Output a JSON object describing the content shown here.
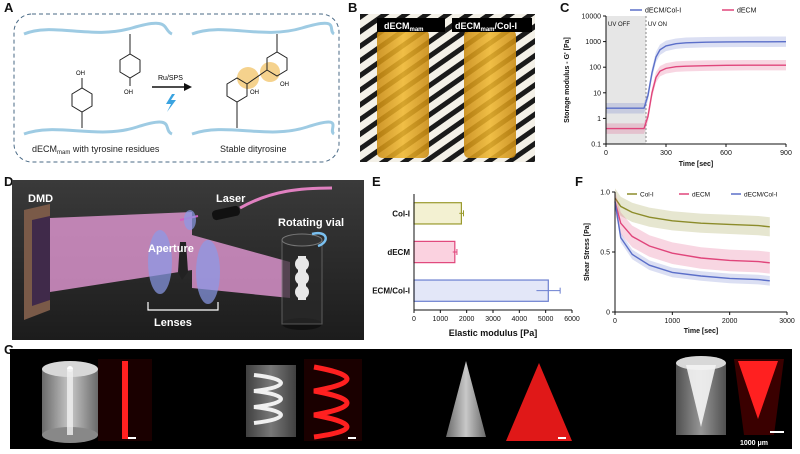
{
  "panels": {
    "A": {
      "letter": "A",
      "reagent": "Ru/SPS",
      "oh": "OH",
      "caption_left_main": "dECM",
      "caption_left_sub": "mam",
      "caption_left_rest": " with tyrosine residues",
      "caption_right": "Stable dityrosine",
      "colors": {
        "fiber": "#9ecbe3",
        "highlight": "#f2c770",
        "bolt": "#3aa3e0"
      }
    },
    "B": {
      "letter": "B",
      "label_left_main": "dECM",
      "label_left_sub": "mam",
      "label_right_main": "dECM",
      "label_right_sub": "mam",
      "label_right_rest": "/Col-I",
      "colors": {
        "gel": "#e3a21a",
        "stripe": "#1a1a1a"
      }
    },
    "C": {
      "letter": "C",
      "annot_off": "UV OFF",
      "annot_on": "UV ON",
      "chart_data": {
        "type": "line",
        "xlabel": "Time [sec]",
        "ylabel": "Storage modulus - G' [Pa]",
        "xlim": [
          0,
          900
        ],
        "ylim": [
          0.1,
          10000
        ],
        "yscale": "log",
        "xticks": [
          0,
          300,
          600,
          900
        ],
        "yticks": [
          0.1,
          1,
          10,
          100,
          1000,
          10000
        ],
        "ytick_labels": [
          "0.1",
          "1",
          "10",
          "100",
          "1000",
          "10000"
        ],
        "legend_position": "top",
        "uv_on_x": 200,
        "series": [
          {
            "name": "dECM/Col-I",
            "color": "#5b6fc9",
            "x": [
              0,
              190,
              210,
              230,
              250,
              270,
              300,
              350,
              400,
              500,
              600,
              700,
              800,
              900
            ],
            "y": [
              2.5,
              2.5,
              8,
              60,
              250,
              480,
              680,
              830,
              900,
              950,
              970,
              980,
              985,
              990
            ]
          },
          {
            "name": "dECM",
            "color": "#e0457b",
            "x": [
              0,
              190,
              210,
              230,
              250,
              270,
              300,
              350,
              400,
              500,
              600,
              700,
              800,
              900
            ],
            "y": [
              0.4,
              0.4,
              1.2,
              10,
              40,
              70,
              90,
              105,
              110,
              115,
              118,
              120,
              120,
              120
            ]
          }
        ]
      }
    },
    "D": {
      "letter": "D",
      "labels": {
        "dmd": "DMD",
        "laser": "Laser",
        "aperture": "Aperture",
        "lenses": "Lenses",
        "vial": "Rotating vial"
      }
    },
    "E": {
      "letter": "E",
      "chart_data": {
        "type": "bar",
        "orientation": "horizontal",
        "categories": [
          "Col-I",
          "dECM",
          "dECM/Col-I"
        ],
        "values": [
          1800,
          1550,
          5100
        ],
        "errors": [
          80,
          80,
          450
        ],
        "colors": [
          "#9a9a2e",
          "#e0457b",
          "#6b7fd0"
        ],
        "fills": [
          "#f3f1d2",
          "#fbd2e0",
          "#e3e7f8"
        ],
        "xlabel": "Elastic modulus [Pa]",
        "xlim": [
          0,
          6000
        ],
        "xticks": [
          0,
          1000,
          2000,
          3000,
          4000,
          5000,
          6000
        ]
      }
    },
    "F": {
      "letter": "F",
      "chart_data": {
        "type": "line",
        "xlabel": "Time [sec]",
        "ylabel": "Shear Stress [Pa]",
        "xlim": [
          0,
          3000
        ],
        "ylim": [
          0,
          1.0
        ],
        "xticks": [
          0,
          1000,
          2000,
          3000
        ],
        "yticks": [
          0,
          0.5,
          1.0
        ],
        "ytick_labels": [
          "0",
          "0.5",
          "1.0"
        ],
        "legend_position": "top",
        "series": [
          {
            "name": "Col-I",
            "color": "#8c8c2a",
            "band": 0.08,
            "x": [
              0,
              100,
              300,
              600,
              1000,
              1500,
              2000,
              2500,
              2700
            ],
            "y": [
              0.95,
              0.88,
              0.83,
              0.79,
              0.76,
              0.74,
              0.73,
              0.72,
              0.71
            ]
          },
          {
            "name": "dECM",
            "color": "#e0457b",
            "band": 0.09,
            "x": [
              0,
              100,
              300,
              600,
              1000,
              1500,
              2000,
              2500,
              2700
            ],
            "y": [
              0.92,
              0.74,
              0.63,
              0.55,
              0.49,
              0.45,
              0.43,
              0.42,
              0.41
            ]
          },
          {
            "name": "dECM/Col-I",
            "color": "#5b6fc9",
            "band": 0.04,
            "x": [
              0,
              100,
              300,
              600,
              1000,
              1500,
              2000,
              2500,
              2700
            ],
            "y": [
              0.92,
              0.62,
              0.48,
              0.39,
              0.33,
              0.3,
              0.28,
              0.27,
              0.26
            ]
          }
        ]
      }
    },
    "G": {
      "letter": "G",
      "scalebar": "1000 μm"
    }
  }
}
